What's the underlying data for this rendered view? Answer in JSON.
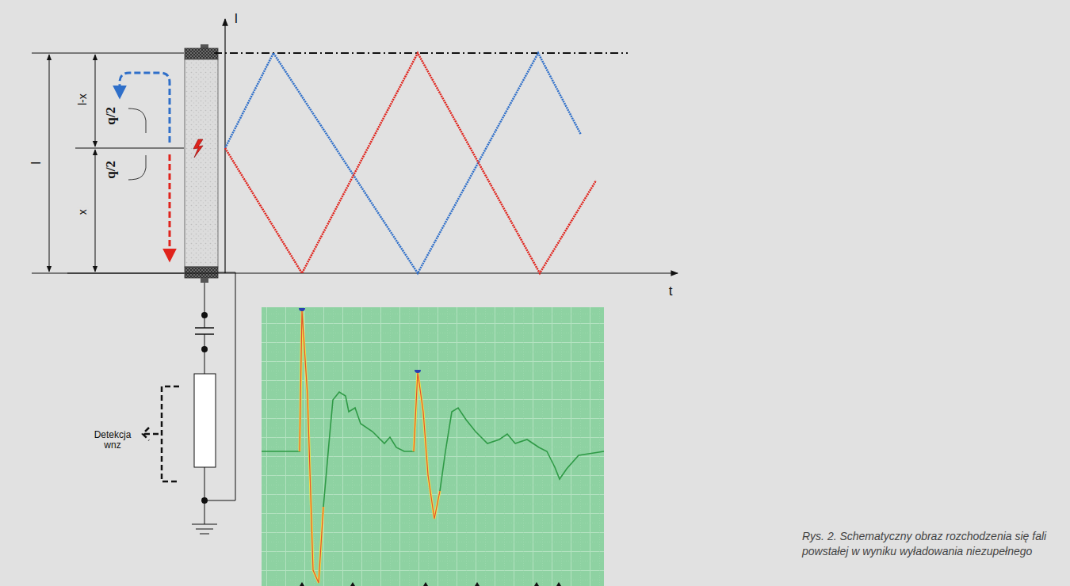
{
  "diagram": {
    "caption": "Rys. 2. Schematyczny obraz rozchodzenia się fali powstałej w wyniku wyładowania niezupełnego",
    "labels": [
      "l",
      "l",
      "l-x",
      "q/2",
      "q/2",
      "x",
      "t",
      "Detekcja wnz"
    ]
  }
}
